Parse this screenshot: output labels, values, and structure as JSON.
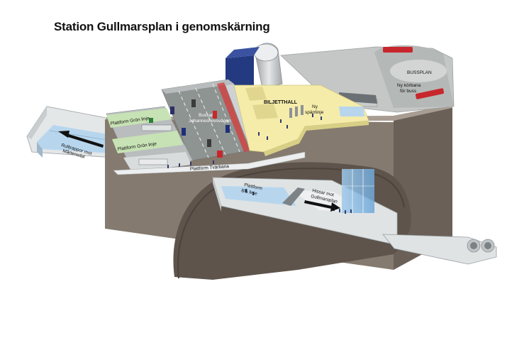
{
  "title": "Station Gullmarsplan i genomskärning",
  "labels": {
    "bussplan": "BUSSPLAN",
    "ny_korbana_1": "Ny körbana",
    "ny_korbana_2": "för buss",
    "biljetthall": "BILJETTHALL",
    "ny_sparrlinje_1": "Ny",
    "ny_sparrlinje_2": "spärrlinje",
    "bussar_1": "Bussar",
    "bussar_2": "Johanneshovsvägen",
    "plattform_gron_1": "Plattform Grön linje",
    "plattform_gron_2": "Plattform Grön linje",
    "plattform_tvarbana": "Plattform Tvärbana",
    "plattform_bla_1": "Plattform",
    "plattform_bla_2": "Blå linje",
    "hissar_1": "Hissar mot",
    "hissar_2": "Gullmarsplan",
    "rulltrappor_1": "Rulltrappor mot",
    "rulltrappor_2": "Mårtensdal"
  },
  "colors": {
    "rock": "#857a6f",
    "rock_dark": "#5e544c",
    "ground_top": "#a89d92",
    "hall_floor": "#f5ecaa",
    "road": "#8e9491",
    "bussplan": "#c4c7c5",
    "platform_green": "#c7e2b4",
    "platform_blue": "#b7d6ee",
    "tunnel": "#dfe3e4",
    "building_blue": "#233a80"
  }
}
